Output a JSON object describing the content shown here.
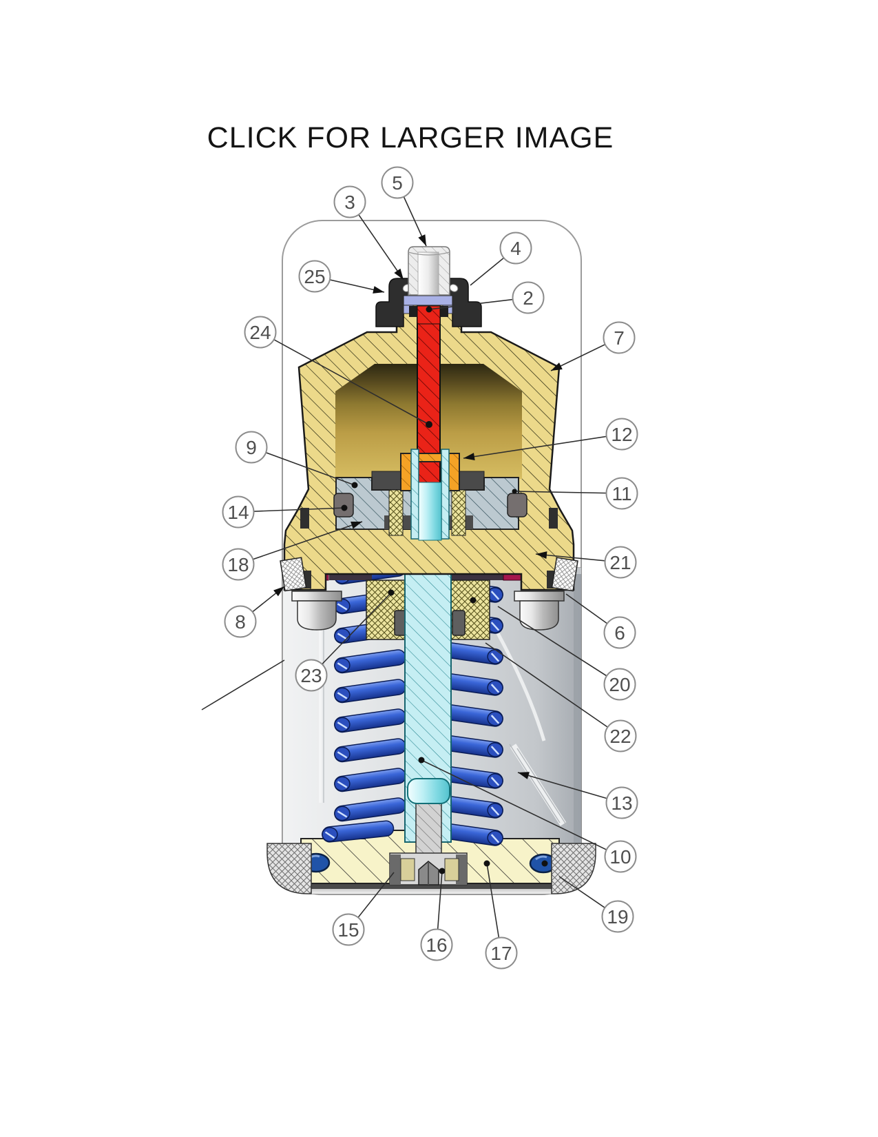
{
  "title": "CLICK FOR LARGER IMAGE",
  "diagram": {
    "type": "valve-cross-section-callout-drawing",
    "balloons": {
      "b2": {
        "label": "2"
      },
      "b3": {
        "label": "3"
      },
      "b4": {
        "label": "4"
      },
      "b5": {
        "label": "5"
      },
      "b6": {
        "label": "6"
      },
      "b7": {
        "label": "7"
      },
      "b8": {
        "label": "8"
      },
      "b9": {
        "label": "9"
      },
      "b10": {
        "label": "10"
      },
      "b11": {
        "label": "11"
      },
      "b12": {
        "label": "12"
      },
      "b13": {
        "label": "13"
      },
      "b14": {
        "label": "14"
      },
      "b15": {
        "label": "15"
      },
      "b16": {
        "label": "16"
      },
      "b17": {
        "label": "17"
      },
      "b18": {
        "label": "18"
      },
      "b19": {
        "label": "19"
      },
      "b20": {
        "label": "20"
      },
      "b21": {
        "label": "21"
      },
      "b22": {
        "label": "22"
      },
      "b23": {
        "label": "23"
      },
      "b24": {
        "label": "24"
      },
      "b25": {
        "label": "25"
      }
    },
    "colors": {
      "body_brass": "#ecd98a",
      "stem_red": "#ea2318",
      "piston_cyan": "#c5eef3",
      "spring_blue": "#2a55c8",
      "bracket_orange": "#f5a226",
      "seal_magenta": "#a5174d",
      "plate_steel": "#bcc9d0",
      "base_yellow": "#f7f3c9",
      "collar_black": "#2e2e2e",
      "seal_lavender": "#a9b1e6",
      "shell_gray": "#dfe2e4"
    }
  }
}
